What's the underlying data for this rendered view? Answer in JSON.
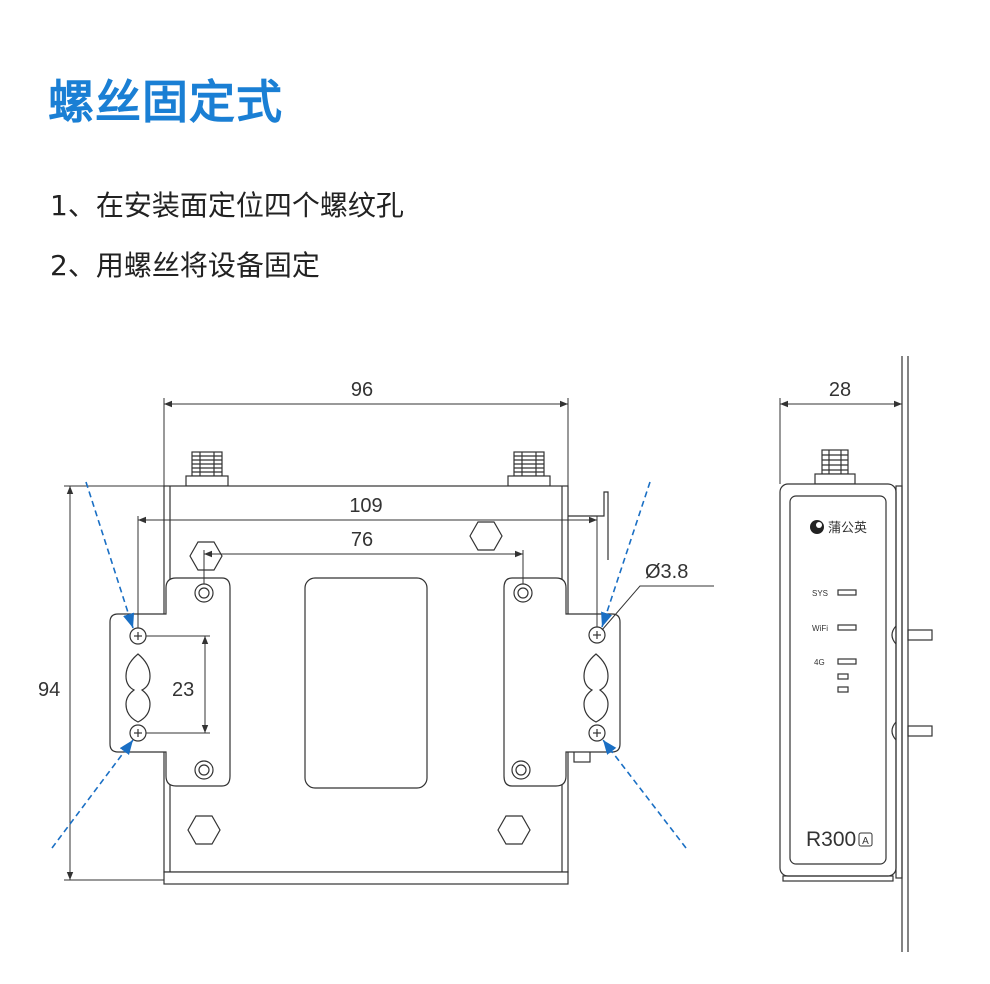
{
  "title": "螺丝固定式",
  "steps": [
    "1、在安装面定位四个螺纹孔",
    "2、用螺丝将设备固定"
  ],
  "dimensions": {
    "width_total": "96",
    "hole_span": "109",
    "inner_span": "76",
    "hole_diameter": "Ø3.8",
    "height_total": "94",
    "slot_spacing": "23",
    "depth": "28"
  },
  "device": {
    "brand": "蒲公英",
    "model": "R300",
    "model_badge": "A",
    "led_labels": [
      "SYS",
      "WiFi",
      "4G"
    ]
  },
  "colors": {
    "title": "#1a7fd4",
    "guide_line": "#1a6fc4",
    "outline": "#333333"
  }
}
